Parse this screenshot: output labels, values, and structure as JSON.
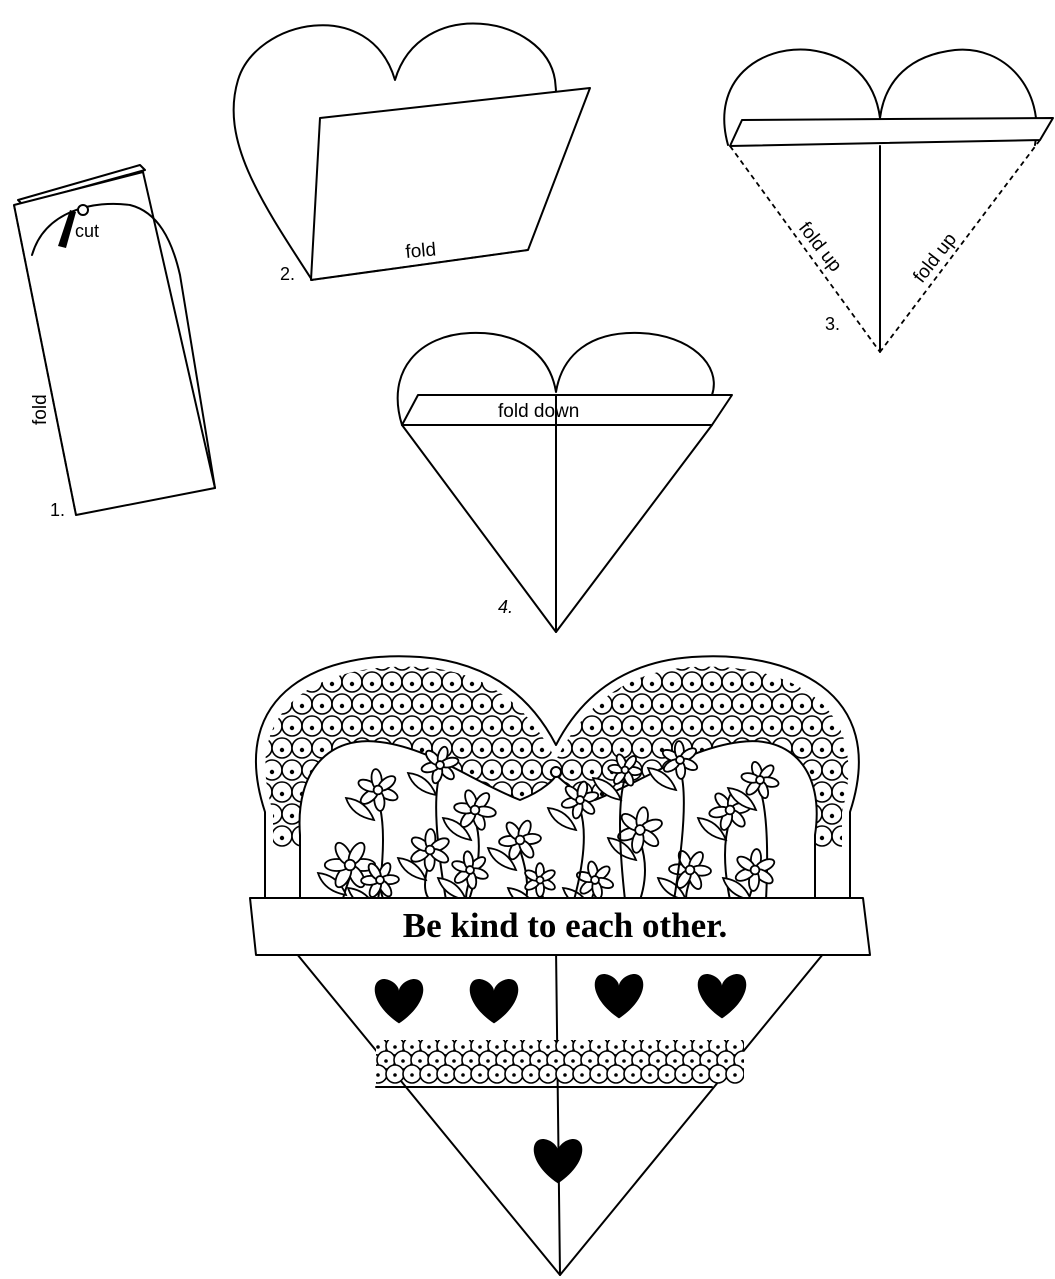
{
  "steps": {
    "step1": {
      "number": "1.",
      "cut_label": "cut",
      "fold_label": "fold"
    },
    "step2": {
      "number": "2.",
      "fold_label": "fold"
    },
    "step3": {
      "number": "3.",
      "fold_left_label": "fold up",
      "fold_right_label": "fold up"
    },
    "step4": {
      "number": "4.",
      "fold_label": "fold down"
    }
  },
  "final_card": {
    "message": "Be kind to each other.",
    "heart_color": "#000000",
    "line_color": "#000000",
    "background": "#ffffff"
  }
}
